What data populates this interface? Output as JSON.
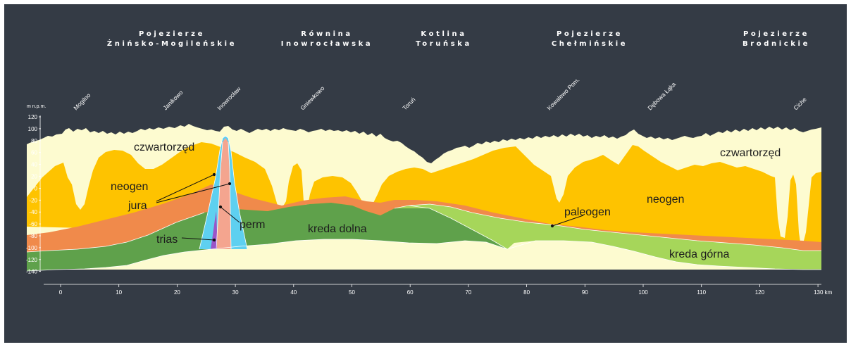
{
  "regions": [
    {
      "line1": "Pojezierze",
      "line2": "Żnińsko-Mogileńskie"
    },
    {
      "line1": "Równina",
      "line2": "Inowrocławska"
    },
    {
      "line1": "Kotlina",
      "line2": "Toruńska"
    },
    {
      "line1": "Pojezierze",
      "line2": "Chełmińskie"
    },
    {
      "line1": "Pojezierze",
      "line2": "Brodnickie"
    }
  ],
  "towns": [
    "Mogilno",
    "Janikowo",
    "Inowrocław",
    "Gniewkowo",
    "Toruń",
    "Kowalewo Pom.",
    "Dębowa Łąka",
    "Ciche"
  ],
  "y_axis": {
    "unit": "m n.p.m.",
    "ticks": [
      "120",
      "100",
      "80",
      "60",
      "40",
      "20",
      "0",
      "-20",
      "-40",
      "-60",
      "-80",
      "-100",
      "-120",
      "-140"
    ]
  },
  "x_axis": {
    "ticks": [
      "0",
      "10",
      "20",
      "30",
      "40",
      "50",
      "60",
      "70",
      "80",
      "90",
      "100",
      "110",
      "120",
      "130 km"
    ]
  },
  "layers": {
    "czwartorzed_left": "czwartorzęd",
    "czwartorzed_right": "czwartorzęd",
    "neogen_left": "neogen",
    "neogen_right": "neogen",
    "jura": "jura",
    "trias": "trias",
    "perm": "perm",
    "kreda_dolna": "kreda dolna",
    "kreda_gorna": "kreda górna",
    "paleogen": "paleogen"
  },
  "colors": {
    "background": "#343b45",
    "quaternary": "#fdfbd0",
    "neogene": "#fec300",
    "paleogene": "#f08a4b",
    "lower_cretaceous": "#5fa14b",
    "upper_cretaceous": "#a6d65a",
    "jurassic": "#5ed0f0",
    "permian": "#f4a58f",
    "triassic": "#9b55c8"
  }
}
